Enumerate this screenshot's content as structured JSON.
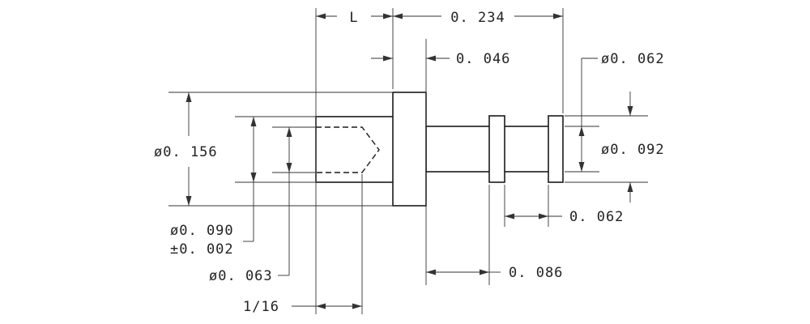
{
  "drawing": {
    "dimensions": {
      "length_l": "L",
      "overall_length": "0. 234",
      "flange_thickness": "0. 046",
      "tail_groove_diameter": "ø0. 062",
      "flange_diameter": "ø0. 156",
      "tail_diameter": "ø0. 092",
      "socket_diameter": "ø0. 090",
      "socket_tolerance": "±0. 002",
      "inner_diameter": "ø0. 063",
      "drill_depth": "1/16",
      "groove_spacing": "0. 062",
      "collar_offset": "0. 086"
    }
  }
}
